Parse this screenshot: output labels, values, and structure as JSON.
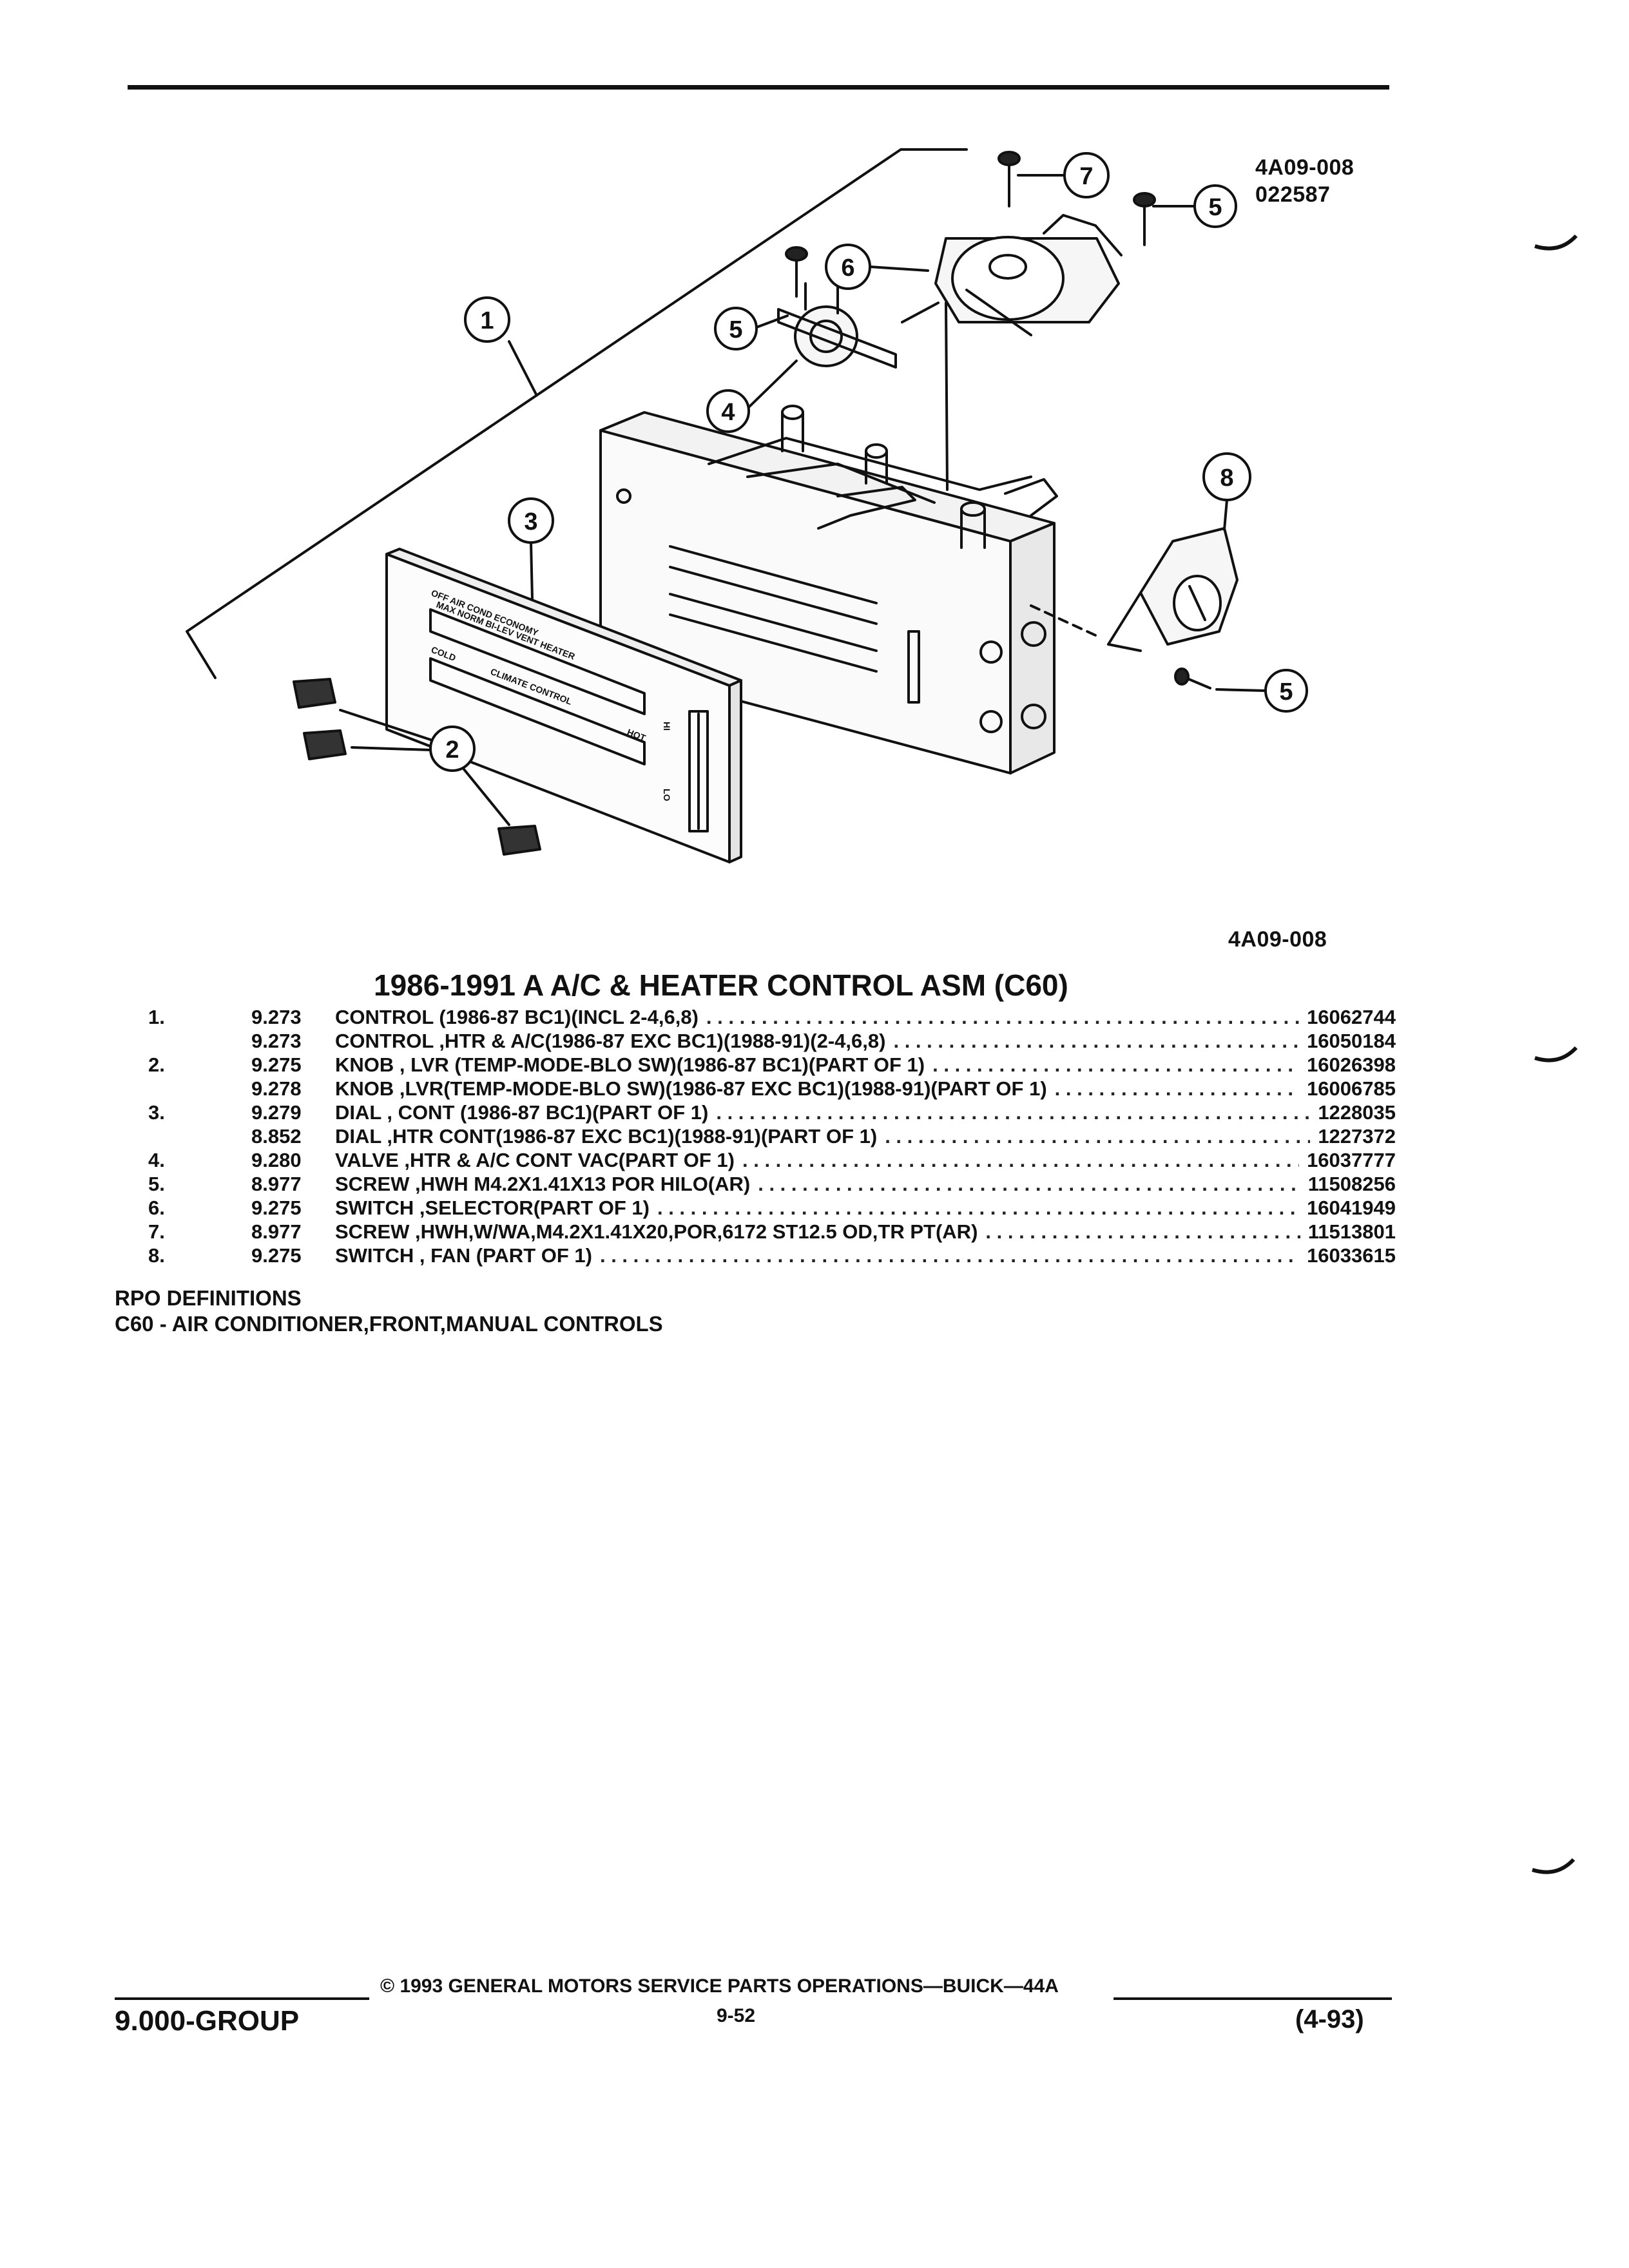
{
  "header": {
    "ref_code_top": "4A09-008",
    "ref_date_top": "022587",
    "ref_code_bottom": "4A09-008"
  },
  "diagram": {
    "callouts": [
      "1",
      "2",
      "3",
      "4",
      "5",
      "6",
      "7",
      "8"
    ],
    "panel_text": {
      "top_row": "OFF AIR COND ECONOMY",
      "mid_row": "MAX NORM BI-LEV VENT HEATER",
      "cold": "COLD",
      "hot": "HOT",
      "climate": "CLIMATE CONTROL",
      "hi": "HI",
      "lo": "LO"
    }
  },
  "title": "1986-1991 A A/C & HEATER CONTROL ASM (C60)",
  "parts": [
    {
      "num": "1.",
      "group": "9.273",
      "name": "CONTROL",
      "desc": " (1986-87 BC1)(INCL 2-4,6,8)",
      "part": "16062744"
    },
    {
      "num": "",
      "group": "9.273",
      "name": "CONTROL",
      "desc": " ,HTR & A/C(1986-87 EXC BC1)(1988-91)(2-4,6,8)",
      "part": "16050184"
    },
    {
      "num": "2.",
      "group": "9.275",
      "name": "KNOB",
      "desc": " , LVR (TEMP-MODE-BLO SW)(1986-87 BC1)(PART OF 1)",
      "part": "16026398"
    },
    {
      "num": "",
      "group": "9.278",
      "name": "KNOB",
      "desc": " ,LVR(TEMP-MODE-BLO SW)(1986-87 EXC BC1)(1988-91)(PART OF 1)",
      "part": "16006785"
    },
    {
      "num": "3.",
      "group": "9.279",
      "name": "DIAL",
      "desc": " , CONT (1986-87 BC1)(PART OF 1)",
      "part": "1228035"
    },
    {
      "num": "",
      "group": "8.852",
      "name": "DIAL",
      "desc": " ,HTR CONT(1986-87 EXC BC1)(1988-91)(PART OF 1)",
      "part": "1227372"
    },
    {
      "num": "4.",
      "group": "9.280",
      "name": "VALVE",
      "desc": " ,HTR & A/C CONT VAC(PART OF 1)",
      "part": "16037777"
    },
    {
      "num": "5.",
      "group": "8.977",
      "name": "SCREW",
      "desc": " ,HWH M4.2X1.41X13 POR HILO(AR)",
      "part": "11508256"
    },
    {
      "num": "6.",
      "group": "9.275",
      "name": "SWITCH",
      "desc": " ,SELECTOR(PART OF 1)",
      "part": "16041949"
    },
    {
      "num": "7.",
      "group": "8.977",
      "name": "SCREW",
      "desc": " ,HWH,W/WA,M4.2X1.41X20,POR,6172 ST12.5 OD,TR PT(AR)",
      "part": "11513801"
    },
    {
      "num": "8.",
      "group": "9.275",
      "name": "SWITCH",
      "desc": " , FAN (PART OF 1)",
      "part": "16033615"
    }
  ],
  "rpo": {
    "title": "RPO DEFINITIONS",
    "definition": "C60 - AIR CONDITIONER,FRONT,MANUAL CONTROLS"
  },
  "footer": {
    "group": "9.000-GROUP",
    "copyright": "© 1993 GENERAL MOTORS SERVICE PARTS OPERATIONS—BUICK—44A",
    "page": "9-52",
    "date_code": "(4-93)"
  }
}
